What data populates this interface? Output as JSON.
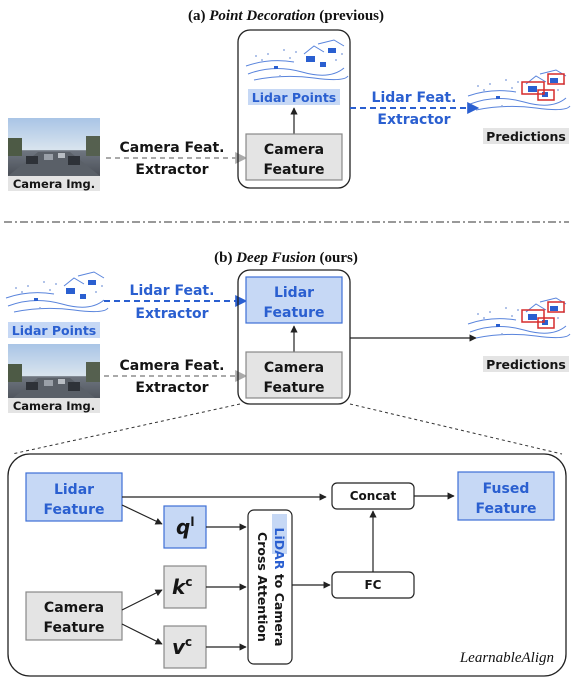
{
  "section_a": {
    "title_prefix": "(a) ",
    "title_italic": "Point Decoration",
    "title_suffix": " (previous)",
    "camera_img_label": "Camera Img.",
    "camera_extractor_line1": "Camera Feat.",
    "camera_extractor_line2": "Extractor",
    "lidar_points_label": "Lidar Points",
    "camera_feature_line1": "Camera",
    "camera_feature_line2": "Feature",
    "lidar_extractor_line1": "Lidar Feat.",
    "lidar_extractor_line2": "Extractor",
    "predictions_label": "Predictions"
  },
  "section_b": {
    "title_prefix": "(b) ",
    "title_italic": "Deep Fusion",
    "title_suffix": " (ours)",
    "lidar_points_label": "Lidar Points",
    "lidar_extractor_line1": "Lidar Feat.",
    "lidar_extractor_line2": "Extractor",
    "lidar_feature_line1": "Lidar",
    "lidar_feature_line2": "Feature",
    "camera_img_label": "Camera Img.",
    "camera_extractor_line1": "Camera Feat.",
    "camera_extractor_line2": "Extractor",
    "camera_feature_line1": "Camera",
    "camera_feature_line2": "Feature",
    "predictions_label": "Predictions"
  },
  "learnable_align": {
    "lidar_feature_line1": "Lidar",
    "lidar_feature_line2": "Feature",
    "camera_feature_line1": "Camera",
    "camera_feature_line2": "Feature",
    "q_base": "q",
    "q_sup": "l",
    "k_base": "k",
    "k_sup": "c",
    "v_base": "v",
    "v_sup": "c",
    "cross_attention_line1_blue": "LiDAR",
    "cross_attention_line1_rest": " to Camera",
    "cross_attention_line2": "Cross Attention",
    "concat_label": "Concat",
    "fc_label": "FC",
    "fused_feature_line1": "Fused",
    "fused_feature_line2": "Feature",
    "caption": "LearnableAlign"
  },
  "colors": {
    "blue_text": "#2a5fd0",
    "blue_fill": "#c6d8f5",
    "blue_stroke": "#3d6fd6",
    "gray_fill": "#e4e4e4",
    "gray_stroke": "#888888"
  }
}
